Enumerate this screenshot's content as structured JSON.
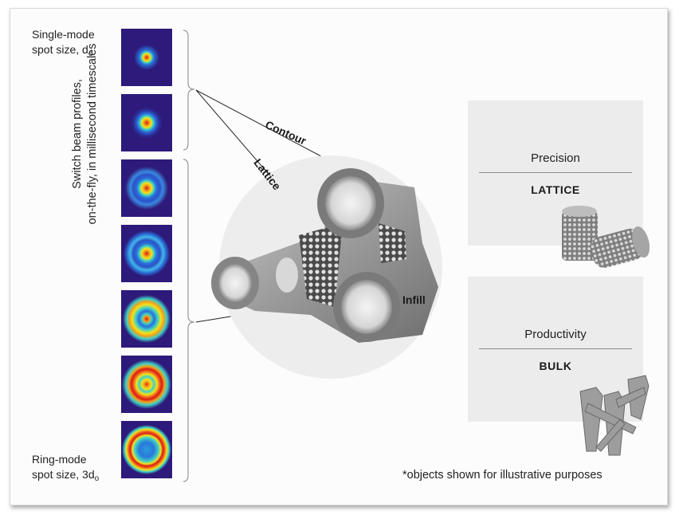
{
  "labels": {
    "single_mode_line1": "Single-mode",
    "single_mode_line2": "spot size, d",
    "single_mode_sub": "o",
    "ring_mode_line1": "Ring-mode",
    "ring_mode_line2": "spot size, 3d",
    "ring_mode_sub": "o",
    "side_line1": "Switch beam profiles,",
    "side_line2": "on-the-fly, in millisecond timescales",
    "contour": "Contour",
    "lattice": "Lattice",
    "infill": "Infill",
    "footnote": "*objects shown for illustrative purposes"
  },
  "panels": [
    {
      "title": "Precision",
      "sub": "LATTICE"
    },
    {
      "title": "Productivity",
      "sub": "BULK"
    }
  ],
  "colors": {
    "beam_bg": "#2d1a7a",
    "beam_core": "#d8181a",
    "beam_ring": "#f2e21a",
    "panel_bg": "#ececec"
  }
}
